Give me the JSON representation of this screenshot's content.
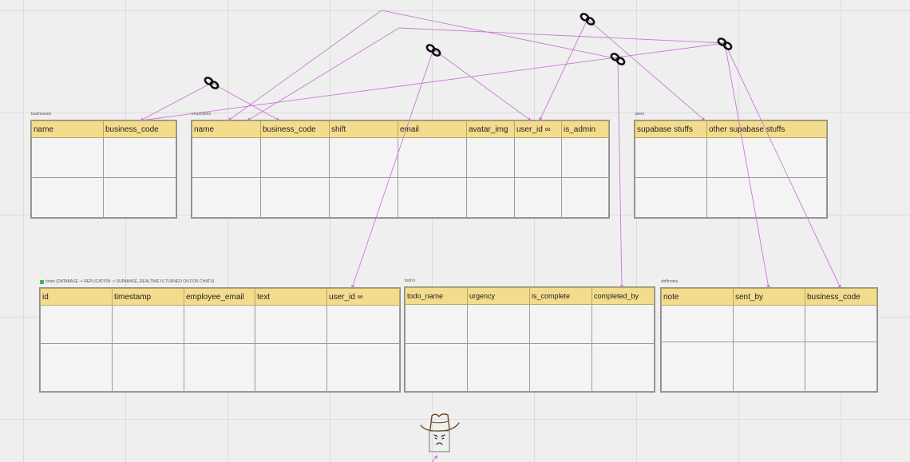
{
  "icons": [
    "link-icon",
    "cowboy-sketch-icon"
  ],
  "colors": {
    "background": "#efefef",
    "header": "#f4dc8e",
    "connector": "#c97ad4",
    "realtime_badge": "#2fb344"
  },
  "tables": {
    "businesses": {
      "title": "businesses",
      "columns": [
        "name",
        "business_code"
      ]
    },
    "employees": {
      "title": "employees",
      "columns": [
        "name",
        "business_code",
        "shift",
        "email",
        "avatar_img",
        "user_id ∞",
        "is_admin"
      ]
    },
    "users": {
      "title": "users",
      "columns": [
        "supabase stuffs",
        "other supabase stuffs"
      ]
    },
    "chats": {
      "title": "chats (DATABASE -> REPLICATION -> SUPABASE_REALTIME IS TURNED ON FOR CHATS)",
      "columns": [
        "id",
        "timestamp",
        "employee_email",
        "text",
        "user_id ∞"
      ]
    },
    "todos": {
      "title": "todo's",
      "columns": [
        "todo_name",
        "urgency",
        "is_complete",
        "completed_by"
      ]
    },
    "shiftnotes": {
      "title": "shiftnotes",
      "columns": [
        "note",
        "sent_by",
        "business_code"
      ]
    }
  }
}
